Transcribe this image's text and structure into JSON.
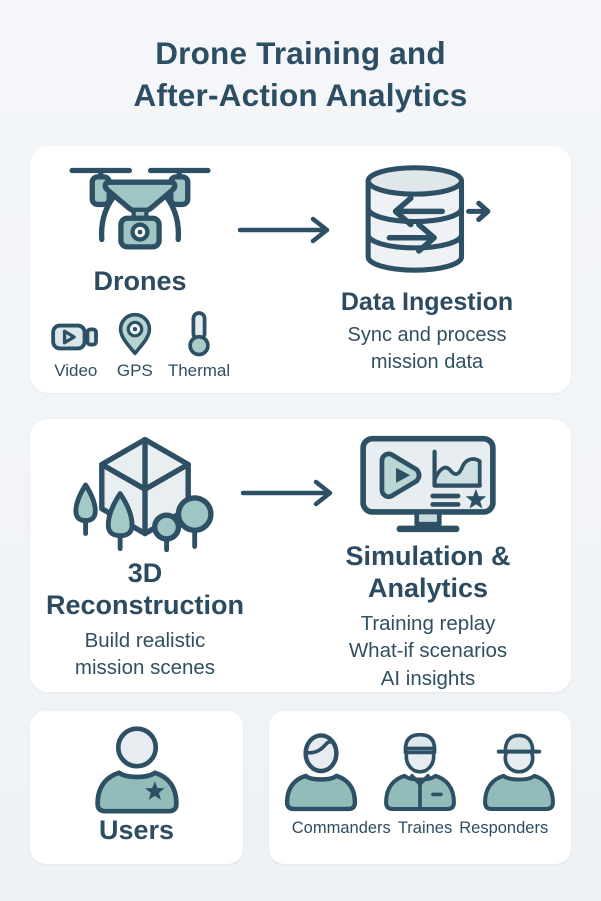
{
  "page": {
    "title_line1": "Drone Training and",
    "title_line2": "After-Action Analytics"
  },
  "colors": {
    "background": "#f3f5f8",
    "card": "#ffffff",
    "ink": "#2d5064",
    "teal_fill": "#9fc6c4",
    "teal_light_fill": "#c6dcdb",
    "gray_fill": "#e7edf0"
  },
  "ingestion_card": {
    "drones": {
      "icon": "drone-icon",
      "title": "Drones",
      "sensors": [
        {
          "icon": "video-camera-icon",
          "label": "Video"
        },
        {
          "icon": "gps-pin-icon",
          "label": "GPS"
        },
        {
          "icon": "thermometer-icon",
          "label": "Thermal"
        }
      ]
    },
    "data_ingestion": {
      "icon": "database-icon",
      "title": "Data Ingestion",
      "desc_line1": "Sync and process",
      "desc_line2": "mission data"
    }
  },
  "simulation_card": {
    "reconstruction": {
      "icon": "3d-cube-icon",
      "title_line1": "3D",
      "title_line2": "Reconstruction",
      "desc_line1": "Build realistic",
      "desc_line2": "mission scenes"
    },
    "analytics": {
      "icon": "monitor-analytics-icon",
      "title_line1": "Simulation &",
      "title_line2": "Analytics",
      "features": [
        "Training replay",
        "What-if scenarios",
        "AI insights"
      ]
    }
  },
  "users_card": {
    "icon": "user-icon",
    "title": "Users"
  },
  "roles_card": {
    "icons": [
      "commander-icon",
      "trainee-icon",
      "responder-icon"
    ],
    "labels": [
      "Commanders",
      "Traines",
      "Responders"
    ]
  }
}
